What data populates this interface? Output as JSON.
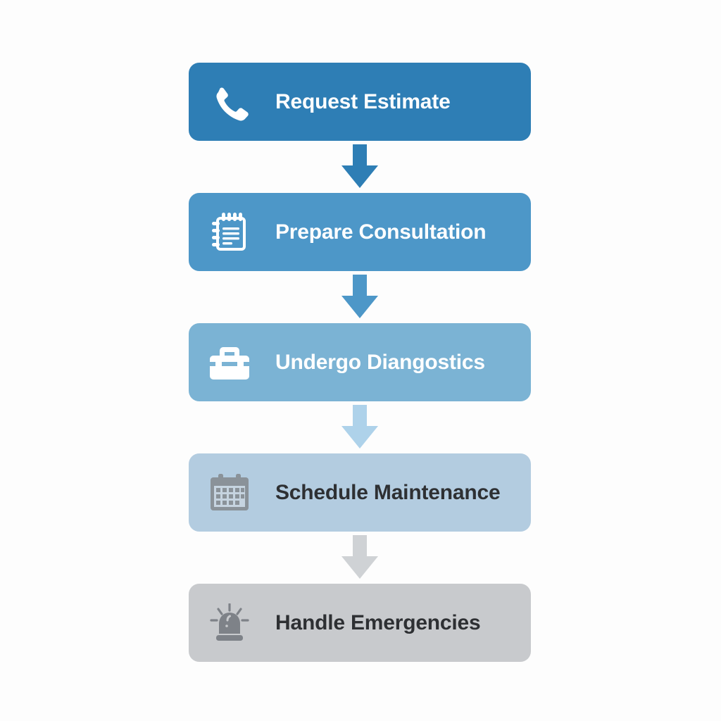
{
  "diagram": {
    "type": "vertical-flowchart",
    "title": "",
    "background_color": "#fdfdfd",
    "steps": [
      {
        "label": "Request Estimate",
        "icon": "phone-icon",
        "box_color": "#2e7eb5",
        "text_color": "#ffffff",
        "icon_color": "#ffffff"
      },
      {
        "label": "Prepare Consultation",
        "icon": "notepad-icon",
        "box_color": "#4d97c8",
        "text_color": "#ffffff",
        "icon_color": "#ffffff"
      },
      {
        "label": "Undergo Diangostics",
        "icon": "toolbox-icon",
        "box_color": "#7bb3d4",
        "text_color": "#ffffff",
        "icon_color": "#ffffff"
      },
      {
        "label": "Schedule Maintenance",
        "icon": "calendar-icon",
        "box_color": "#b3cce0",
        "text_color": "#2e3033",
        "icon_color": "#8a9299"
      },
      {
        "label": "Handle Emergencies",
        "icon": "siren-icon",
        "box_color": "#c8cacd",
        "text_color": "#2e3033",
        "icon_color": "#7e8288"
      }
    ],
    "connectors": [
      {
        "name": "arrow-1",
        "from": "Request Estimate",
        "to": "Prepare Consultation",
        "color": "#2e7eb5"
      },
      {
        "name": "arrow-2",
        "from": "Prepare Consultation",
        "to": "Undergo Diangostics",
        "color": "#4d97c8"
      },
      {
        "name": "arrow-3",
        "from": "Undergo Diangostics",
        "to": "Schedule Maintenance",
        "color": "#aed2ea"
      },
      {
        "name": "arrow-4",
        "from": "Schedule Maintenance",
        "to": "Handle Emergencies",
        "color": "#cfd2d5"
      }
    ]
  }
}
